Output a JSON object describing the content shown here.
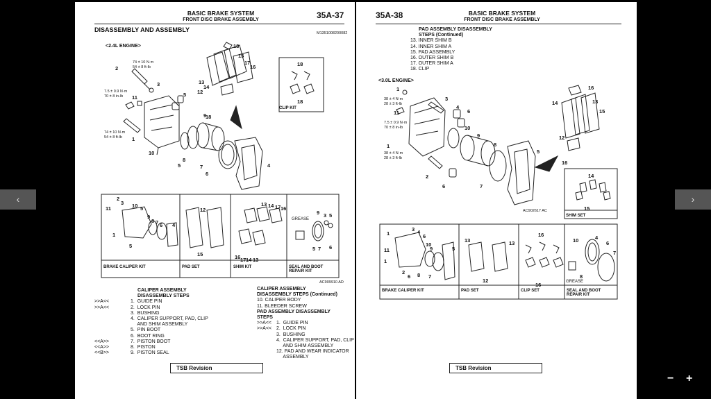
{
  "left": {
    "header_title": "BASIC BRAKE SYSTEM",
    "header_subtitle": "FRONT DISC BRAKE ASSEMBLY",
    "page_number": "35A-37",
    "section_title": "DISASSEMBLY AND ASSEMBLY",
    "figure_code": "M1351008200082",
    "engine_label": "<2.4L ENGINE>",
    "torque1a": "74 ± 10 N·m",
    "torque1b": "54 ± 8 ft-lb",
    "torque2a": "7.5 ± 0.9 N·m",
    "torque2b": "70 ± 8 in-lb",
    "torque3a": "74 ± 10 N·m",
    "torque3b": "54 ± 8 ft-lb",
    "clip_kit_label": "CLIP KIT",
    "kit_labels": [
      "BRAKE CALIPER KIT",
      "PAD SET",
      "SHIM KIT",
      "SEAL AND BOOT REPAIR KIT"
    ],
    "grease_label": "GREASE",
    "kit_figure_code": "AC909910 AD",
    "col1_heading": "CALIPER ASSEMBLY DISASSEMBLY STEPS",
    "col1_items": [
      {
        "mark": ">>A<<",
        "text": "1.  GUIDE PIN"
      },
      {
        "mark": ">>A<<",
        "text": "2.  LOCK PIN"
      },
      {
        "mark": "",
        "text": "3.  BUSHING"
      },
      {
        "mark": "",
        "text": "4.  CALIPER SUPPORT, PAD, CLIP"
      },
      {
        "mark": "",
        "text": "     AND SHIM ASSEMBLY"
      },
      {
        "mark": "",
        "text": "5.  PIN BOOT"
      },
      {
        "mark": "",
        "text": "6.  BOOT RING"
      },
      {
        "mark": "<<A>>",
        "text": "7.  PISTON BOOT"
      },
      {
        "mark": "<<A>>",
        "text": "8.  PISTON"
      },
      {
        "mark": "<<B>>",
        "text": "9.  PISTON SEAL"
      }
    ],
    "col2_heading": "CALIPER ASSEMBLY DISASSEMBLY STEPS (Continued)",
    "col2_items": [
      {
        "mark": "",
        "text": "10. CALIPER BODY"
      },
      {
        "mark": "",
        "text": "11. BLEEDER SCREW"
      }
    ],
    "col2_heading2": "PAD ASSEMBLY DISASSEMBLY STEPS",
    "col2_items2": [
      {
        "mark": ">>A<<",
        "text": "1.  GUIDE PIN"
      },
      {
        "mark": ">>A<<",
        "text": "2.  LOCK PIN"
      },
      {
        "mark": "",
        "text": "3.  BUSHING"
      },
      {
        "mark": "",
        "text": "4.  CALIPER SUPPORT, PAD, CLIP"
      },
      {
        "mark": "",
        "text": "     AND SHIM ASSEMBLY"
      },
      {
        "mark": "",
        "text": "12. PAD AND WEAR INDICATOR"
      },
      {
        "mark": "",
        "text": "     ASSEMBLY"
      }
    ],
    "tsb": "TSB Revision"
  },
  "right": {
    "header_title": "BASIC BRAKE SYSTEM",
    "header_subtitle": "FRONT DISC BRAKE ASSEMBLY",
    "page_number": "35A-38",
    "pad_heading": "PAD ASSEMBLY DISASSEMBLY STEPS (Continued)",
    "pad_items": [
      "13. INNER SHIM B",
      "14. INNER SHIM A",
      "15. PAD ASSEMBLY",
      "16. OUTER SHIM B",
      "17. OUTER SHIM A",
      "18. CLIP"
    ],
    "engine_label": "<3.0L ENGINE>",
    "torque1a": "38 ± 4 N·m",
    "torque1b": "28 ± 3 ft-lb",
    "torque2a": "7.5 ± 0.9 N·m",
    "torque2b": "70 ± 8 in-lb",
    "torque3a": "38 ± 4 N·m",
    "torque3b": "28 ± 3 ft-lb",
    "figure_code": "AC902617 AC",
    "shim_set_label": "SHIM SET",
    "kit_labels": [
      "BRAKE CALIPER KIT",
      "PAD SET",
      "CLIP SET",
      "SEAL AND BOOT REPAIR KIT"
    ],
    "grease_label": "GREASE",
    "tsb": "TSB Revision"
  },
  "nav": {
    "prev": "‹",
    "next": "›"
  },
  "zoom": {
    "out": "−",
    "in": "+"
  }
}
